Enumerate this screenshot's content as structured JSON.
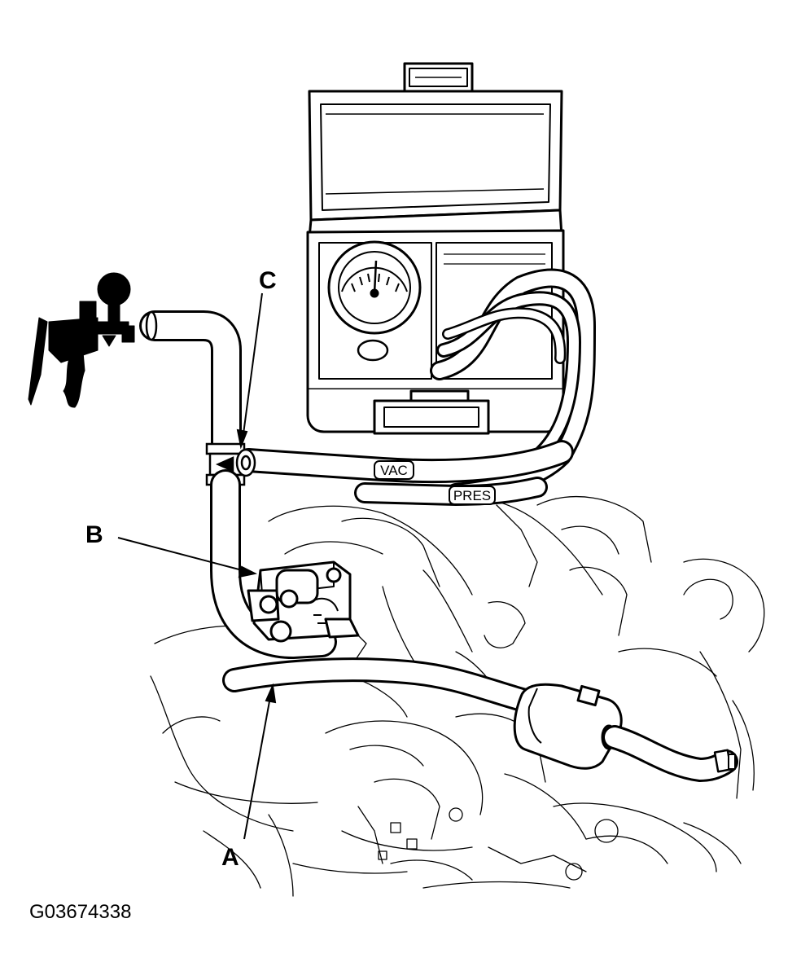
{
  "callouts": {
    "a": "A",
    "b": "B",
    "c": "C"
  },
  "hose_labels": {
    "vac": "VAC",
    "pres": "PRES"
  },
  "figure_id": "G03674338",
  "colors": {
    "ink": "#000000",
    "paper": "#ffffff"
  }
}
